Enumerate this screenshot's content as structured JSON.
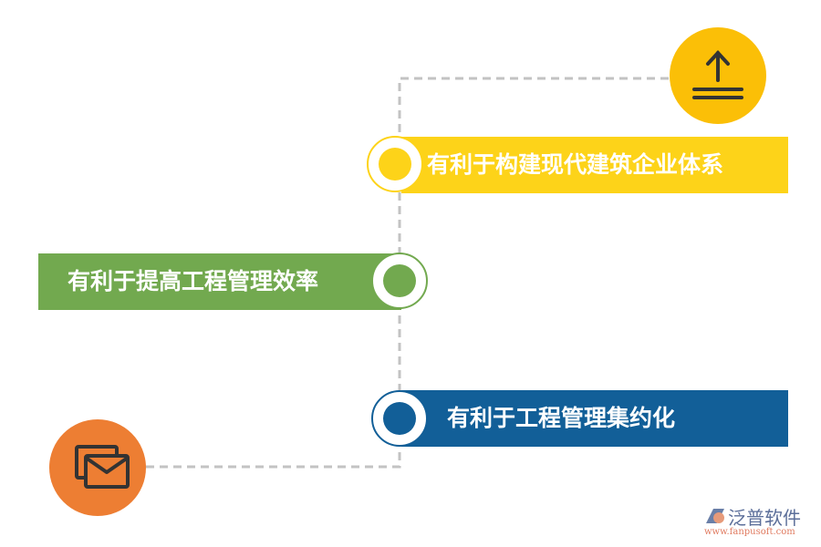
{
  "items": [
    {
      "label": "有利于构建现代建筑企业体系",
      "color": "#FDD319"
    },
    {
      "label": "有利于提高工程管理效率",
      "color": "#72A94F"
    },
    {
      "label": "有利于工程管理集约化",
      "color": "#125F98"
    }
  ],
  "icons": {
    "top": "upload-icon",
    "top_color": "#FBBF07",
    "bottom": "mail-icon",
    "bottom_color": "#ED7E33"
  },
  "logo": {
    "name": "泛普软件",
    "url": "www.fanpusoft.com"
  }
}
